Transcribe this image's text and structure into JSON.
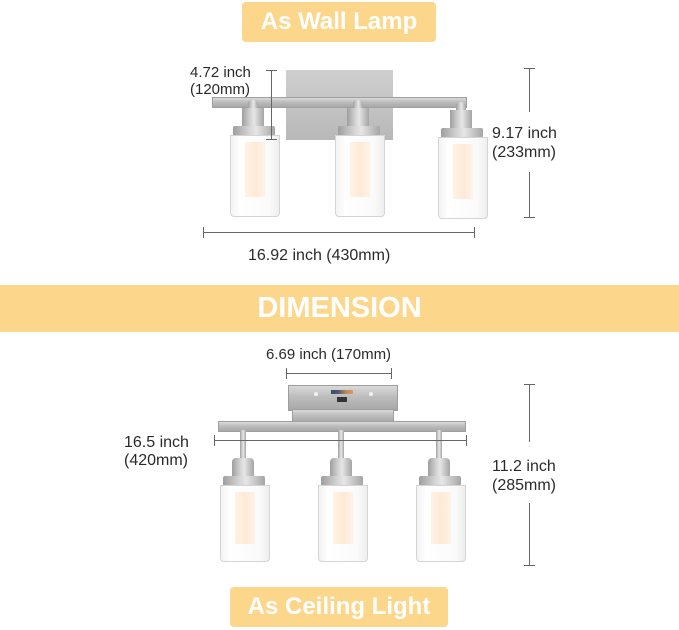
{
  "wall": {
    "label": "As Wall Lamp",
    "height_short_in": "4.72 inch",
    "height_short_mm": "(120mm)",
    "height_total_in": "9.17 inch",
    "height_total_mm": "(233mm)",
    "width": "16.92 inch (430mm)"
  },
  "banner": {
    "title": "DIMENSION"
  },
  "ceiling": {
    "label": "As Ceiling Light",
    "base_width": "6.69 inch (170mm)",
    "length_in": "16.5 inch",
    "length_mm": "(420mm)",
    "height_in": "11.2 inch",
    "height_mm": "(285mm)"
  },
  "colors": {
    "accent": "#fcd68a",
    "label_text": "#ffffff",
    "dimension_text": "#2a2a2a",
    "metal": "#bdbdbd"
  }
}
